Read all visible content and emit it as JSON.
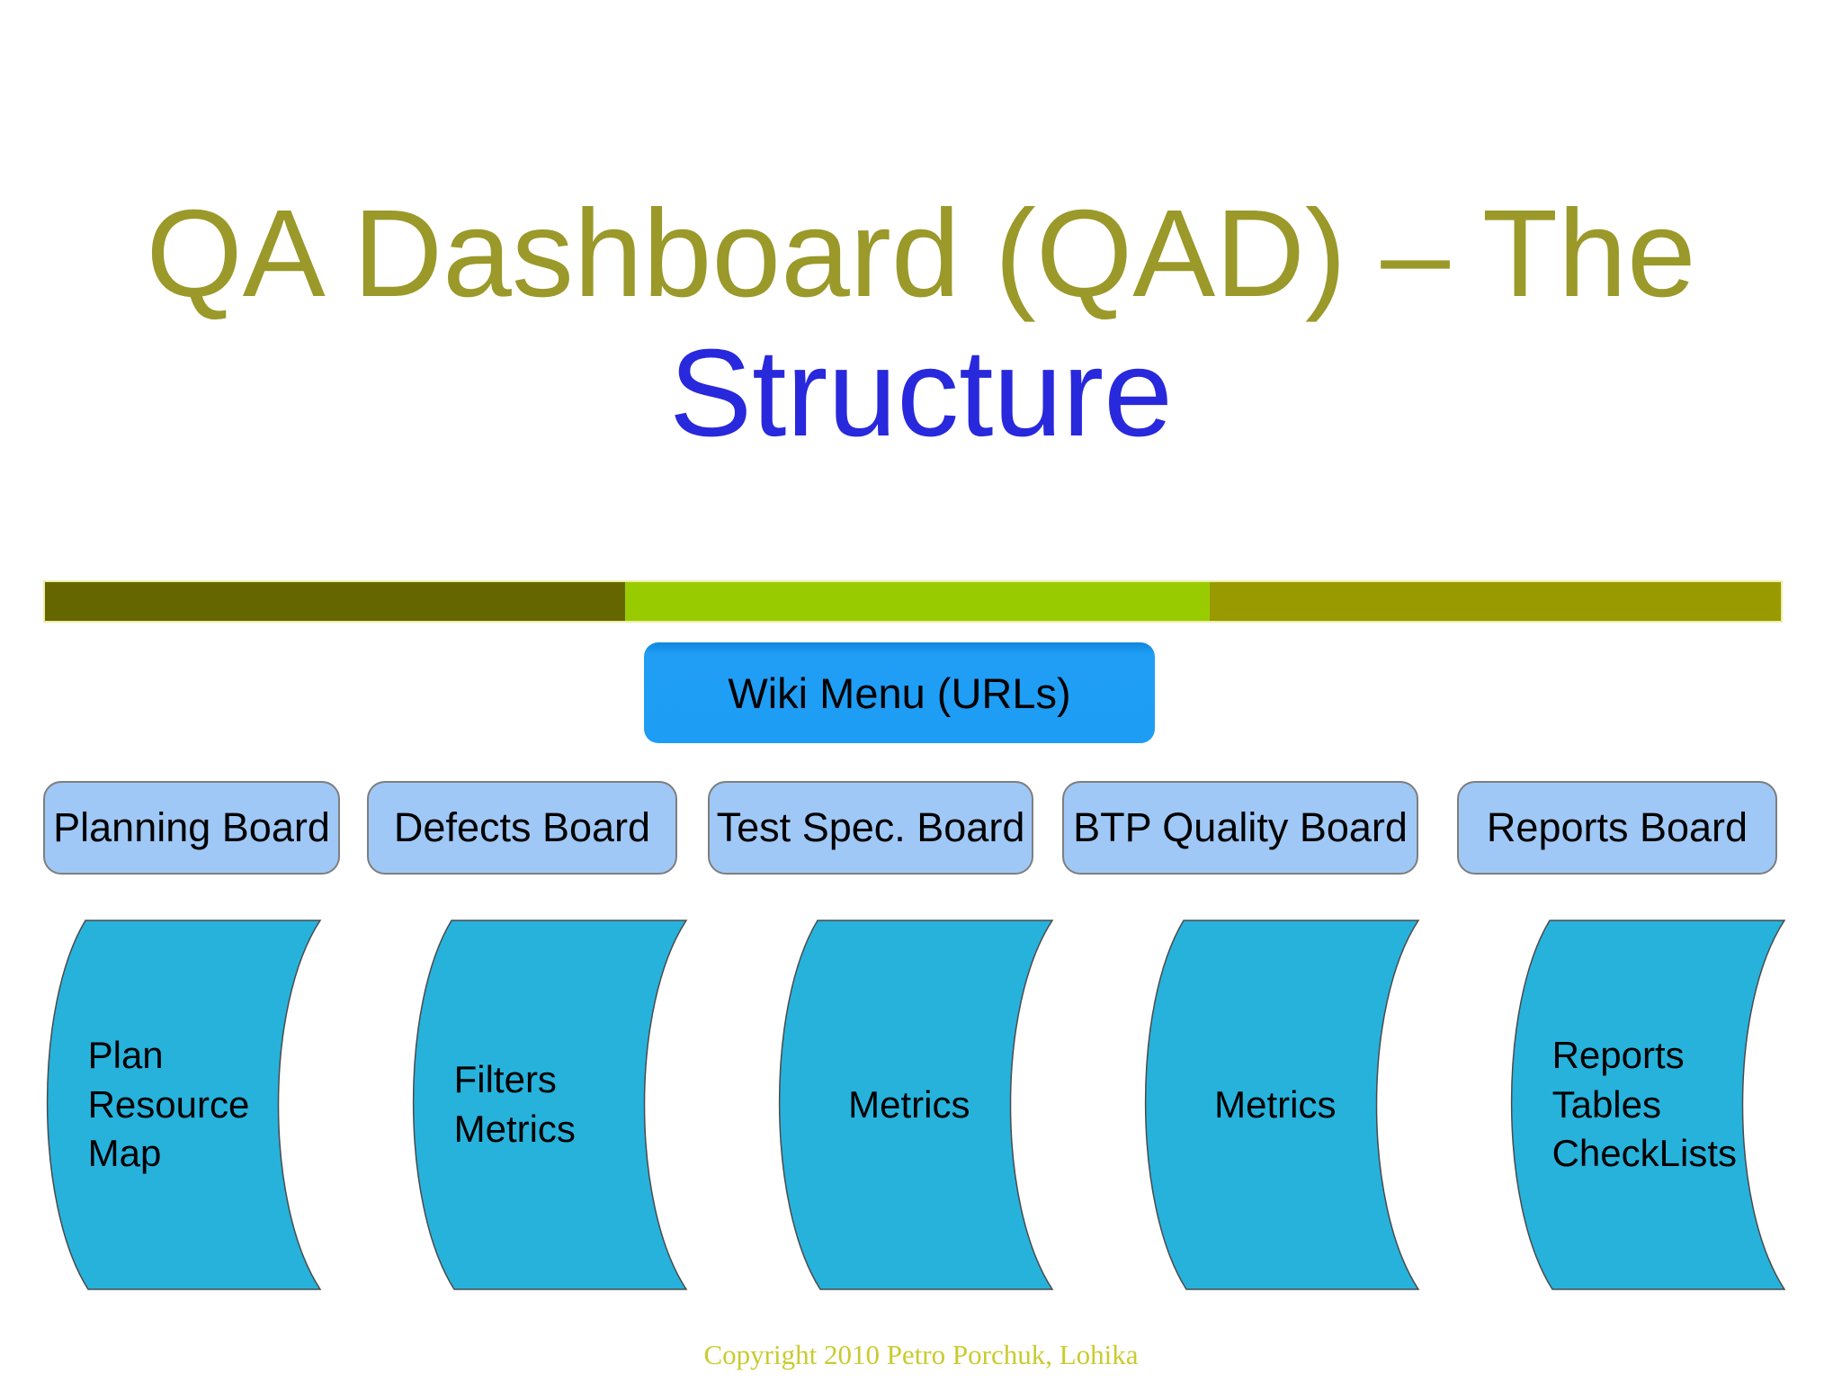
{
  "slide": {
    "title_line1": "QA Dashboard (QAD) – The",
    "title_line2": "Structure",
    "footer": "Copyright 2010 Petro Porchuk, Lohika"
  },
  "menu": {
    "label": "Wiki Menu (URLs)"
  },
  "boards": {
    "items": [
      {
        "label": "Planning Board"
      },
      {
        "label": "Defects Board"
      },
      {
        "label": "Test Spec. Board"
      },
      {
        "label": "BTP Quality Board"
      },
      {
        "label": "Reports Board"
      }
    ]
  },
  "ribbons": {
    "items": [
      {
        "lines": [
          "Plan",
          "Resource",
          "Map"
        ]
      },
      {
        "lines": [
          "Filters",
          "Metrics"
        ]
      },
      {
        "lines": [
          "Metrics"
        ]
      },
      {
        "lines": [
          "Metrics"
        ]
      },
      {
        "lines": [
          "Reports",
          "Tables",
          "CheckLists"
        ]
      }
    ]
  },
  "colors": {
    "title_olive": "#9a992a",
    "title_blue": "#2828dc",
    "bar_dark_olive": "#666600",
    "bar_green": "#99cc00",
    "bar_olive": "#999900",
    "bar_edge": "#ecefa6",
    "button_blue": "#1e9df5",
    "board_fill": "#9fc8f6",
    "board_border": "#7e7e7e",
    "ribbon_fill": "#27b2dc",
    "ribbon_stroke": "#4a4a4a",
    "footer_olive": "#c9cb2f",
    "text_black": "#000000"
  }
}
